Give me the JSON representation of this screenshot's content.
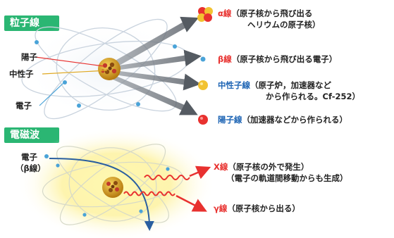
{
  "sections": {
    "particle": {
      "title": "粒子線"
    },
    "em": {
      "title": "電磁波"
    }
  },
  "labels": {
    "proton": "陽子",
    "neutron": "中性子",
    "electron": "電子",
    "electron_beta_1": "電子",
    "electron_beta_2": "（β線）"
  },
  "particle_rays": [
    {
      "keyword": "α線",
      "desc_1": "（原子核から飛び出る",
      "desc_2": "ヘリウムの原子核）",
      "color": "#e8312f"
    },
    {
      "keyword": "β線",
      "desc_1": "（原子核から飛び出る電子）",
      "desc_2": "",
      "color": "#e8312f"
    },
    {
      "keyword": "中性子線",
      "desc_1": "（原子炉，加速器など",
      "desc_2": "から作られる。Cf-252）",
      "color": "#1d64b4"
    },
    {
      "keyword": "陽子線",
      "desc_1": "（加速器などから作られる）",
      "desc_2": "",
      "color": "#1d64b4"
    }
  ],
  "em_rays": [
    {
      "keyword": "X線",
      "desc_1": "（原子核の外で発生）",
      "desc_2": "（電子の軌道間移動からも生成）",
      "color": "#e8312f"
    },
    {
      "keyword": "γ線",
      "desc_1": "（原子核から出る）",
      "desc_2": "",
      "color": "#e8312f"
    }
  ],
  "colors": {
    "header_bg": "#2bb673",
    "nucleus": "#e0a820",
    "proton": "#d8362f",
    "neutron": "#f2c230",
    "electron": "#4aa3d8",
    "glow": "#fbf4a0",
    "wave": "#e8312f"
  }
}
